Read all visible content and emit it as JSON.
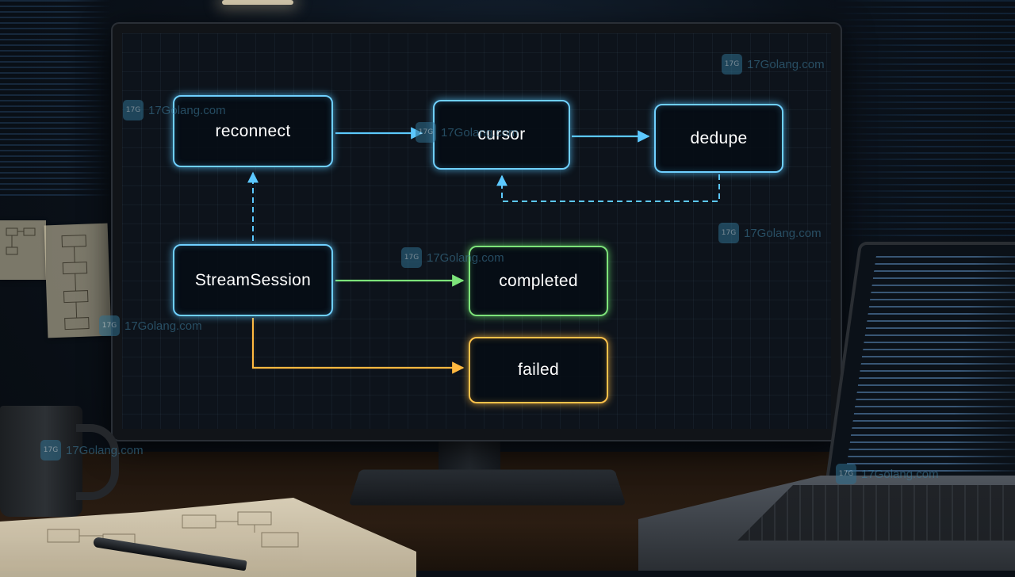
{
  "diagram": {
    "nodes": {
      "reconnect": "reconnect",
      "cursor": "cursor",
      "dedupe": "dedupe",
      "stream_session": "StreamSession",
      "completed": "completed",
      "failed": "failed"
    },
    "edges": [
      {
        "from": "reconnect",
        "to": "cursor",
        "style": "solid",
        "color": "#5cc8ff"
      },
      {
        "from": "cursor",
        "to": "dedupe",
        "style": "solid",
        "color": "#5cc8ff"
      },
      {
        "from": "dedupe",
        "to": "cursor",
        "style": "dashed",
        "color": "#5cc8ff"
      },
      {
        "from": "StreamSession",
        "to": "reconnect",
        "style": "dashed",
        "color": "#5cc8ff"
      },
      {
        "from": "StreamSession",
        "to": "completed",
        "style": "solid",
        "color": "#7de37a"
      },
      {
        "from": "StreamSession",
        "to": "failed",
        "style": "solid",
        "color": "#ffb840"
      }
    ]
  },
  "colors": {
    "blue_accent": "#6fd0ff",
    "green_accent": "#7de37a",
    "orange_accent": "#ffc24a",
    "screen_background": "#0d131b"
  },
  "watermark": {
    "logo_text": "17G",
    "text": "17Golang.com"
  },
  "icons": [
    "watermark-logo-icon",
    "arrow-right-icon",
    "arrow-up-icon"
  ]
}
